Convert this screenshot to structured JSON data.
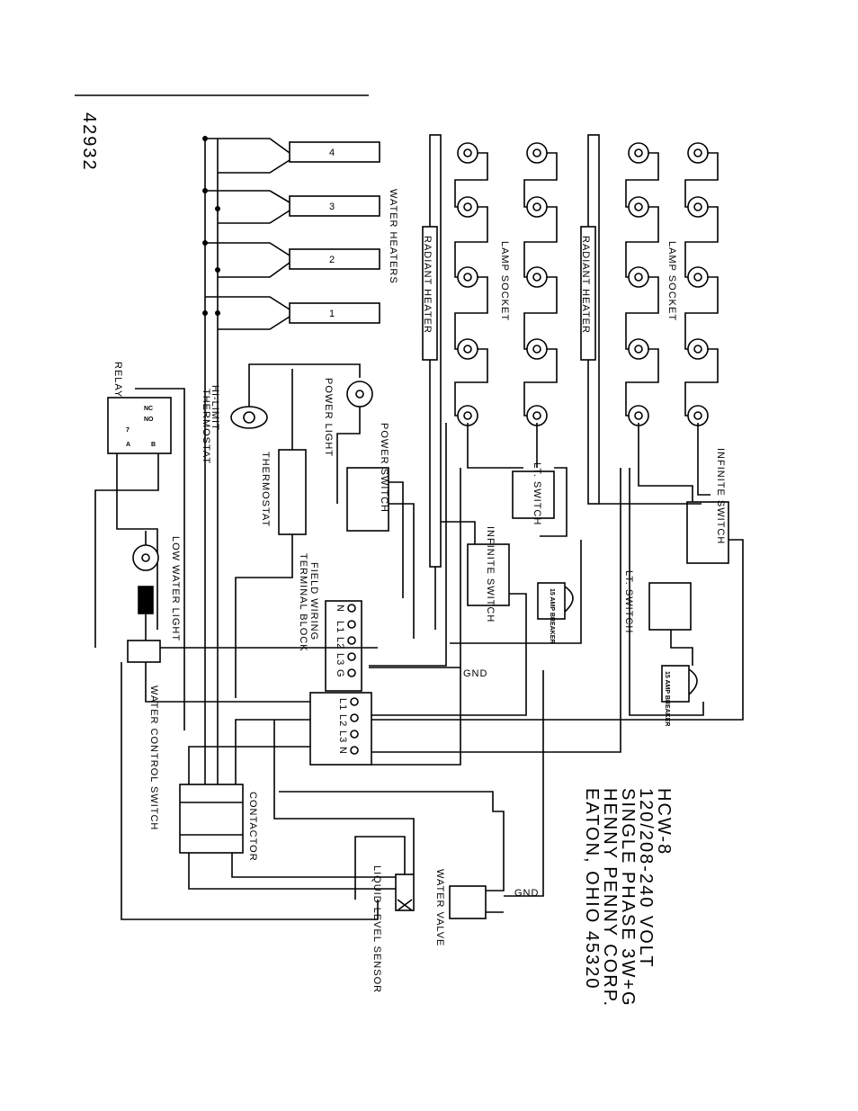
{
  "doc_number": "42932",
  "title_block": {
    "model": "HCW-8",
    "voltage": "120/208-240 VOLT",
    "phase": "SINGLE PHASE 3W+G",
    "company": "HENNY PENNY CORP.",
    "location": "EATON, OHIO 45320"
  },
  "labels": {
    "water_heaters": "WATER HEATERS",
    "lamp_socket": "LAMP SOCKET",
    "radiant_heater": "RADIANT HEATER",
    "relay": "RELAY",
    "hi_limit": "HI-LIMIT",
    "thermostat": "THERMOSTAT",
    "power_light": "POWER LIGHT",
    "power_switch": "POWER SWITCH",
    "infinite_switch": "INFINITE SWITCH",
    "lt_switch": "LT. SWITCH",
    "amp_breaker": "15 AMP BREAKER",
    "low_water_light": "LOW WATER LIGHT",
    "field_wiring": "FIELD WIRING",
    "terminal_block": "TERMINAL BLOCK",
    "water_control_switch": "WATER CONTROL SWITCH",
    "contactor": "CONTACTOR",
    "liquid_level_sensor": "LIQUID LEVEL SENSOR",
    "water_valve": "WATER VALVE",
    "gnd": "GND"
  },
  "heater_numbers": [
    "4",
    "3",
    "2",
    "1"
  ],
  "relay_contacts": {
    "nc": "NC",
    "no": "NO",
    "a": "A",
    "b": "B",
    "seven": "7"
  },
  "terminal_upper": [
    "N",
    "L1",
    "L2",
    "L3",
    "G"
  ],
  "terminal_lower": [
    "L1",
    "L2",
    "L3",
    "N"
  ]
}
